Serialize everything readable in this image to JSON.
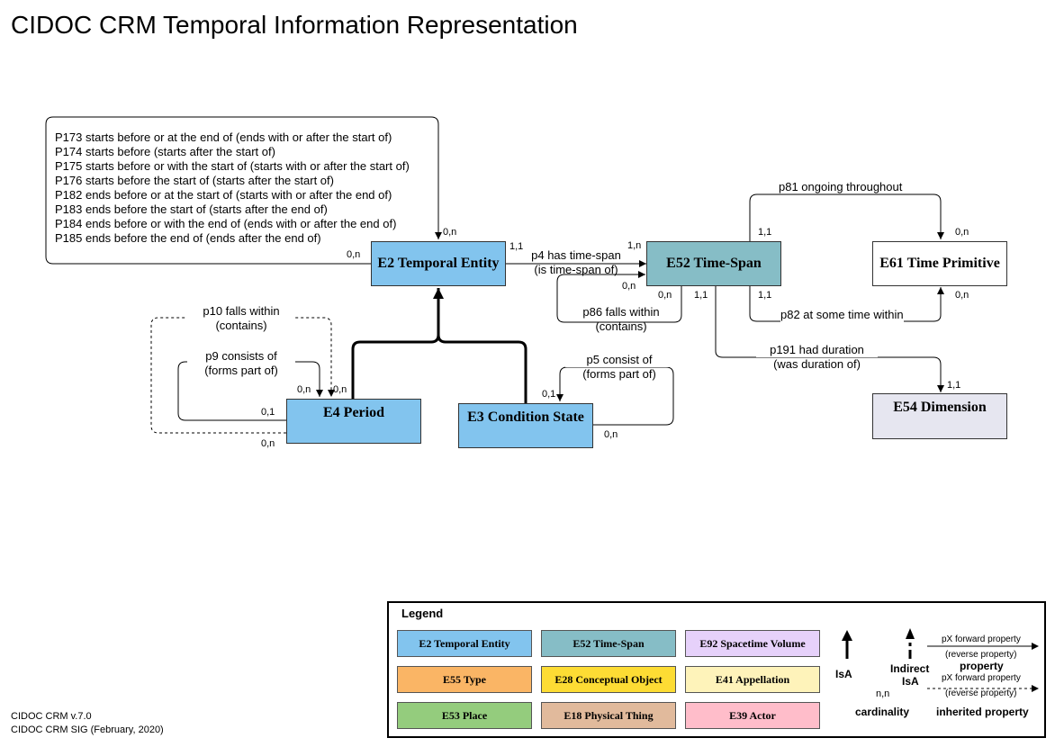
{
  "title": "CIDOC CRM Temporal Information Representation",
  "entities": {
    "e2": "E2 Temporal Entity",
    "e52": "E52 Time-Span",
    "e61": "E61 Time Primitive",
    "e4": "E4 Period",
    "e3": "E3 Condition State",
    "e54": "E54 Dimension"
  },
  "colors": {
    "temporal_entity": "#82C4EE",
    "time_span": "#86BDC6",
    "time_primitive": "#FFFFFF",
    "dimension": "#E6E6F0"
  },
  "temporal_properties": [
    "P173 starts before or at the end of (ends with or after the start of)",
    "P174 starts before (starts after the start of)",
    "P175 starts before or with the start of (starts with or after the start of)",
    "P176 starts before the start of (starts after the start of)",
    "P182 ends before or at the start of (starts with or after the end of)",
    "P183 ends before the start of (starts after the end of)",
    "P184 ends before or with the end of (ends with or after the end of)",
    "P185 ends before the end of (ends after the end of)"
  ],
  "properties": {
    "p4_forward": "p4 has time-span",
    "p4_reverse": "(is time-span of)",
    "p81": "p81 ongoing throughout",
    "p82": "p82 at some time within",
    "p86_forward": "p86 falls within",
    "p86_reverse": "(contains)",
    "p191_forward": "p191 had duration",
    "p191_reverse": "(was duration of)",
    "p10_forward": "p10 falls within",
    "p10_reverse": "(contains)",
    "p9_forward": "p9 consists of",
    "p9_reverse": "(forms part of)",
    "p5_forward": "p5 consist of",
    "p5_reverse": "(forms part of)"
  },
  "cardinalities": {
    "loop_in_e2": "0,n",
    "loop_out_e2": "0,n",
    "p4_source": "1,1",
    "p4_target": "1,n",
    "p86_target": "0,n",
    "p86_source": "0,n",
    "p81_source": "1,1",
    "p81_target": "0,n",
    "p82_source": "1,1",
    "p82_target": "0,n",
    "p191_source": "1,1",
    "p191_target": "1,1",
    "p9_target": "0,n",
    "p10_target": "0,n",
    "p9_source": "0,1",
    "p10_source": "0,n",
    "p5_target": "0,1",
    "p5_source": "0,n"
  },
  "footer": {
    "version": "CIDOC CRM v.7.0",
    "sig": "CIDOC CRM SIG (February, 2020)"
  },
  "legend": {
    "title": "Legend",
    "classes": [
      {
        "label": "E2 Temporal Entity",
        "color": "#82C4EE"
      },
      {
        "label": "E52 Time-Span",
        "color": "#86BDC6"
      },
      {
        "label": "E92 Spacetime Volume",
        "color": "#E6D1FA"
      },
      {
        "label": "E55 Type",
        "color": "#FAB565"
      },
      {
        "label": "E28 Conceptual Object",
        "color": "#FDDC34"
      },
      {
        "label": "E41 Appellation",
        "color": "#FEF3BA"
      },
      {
        "label": "E53 Place",
        "color": "#94CC7D"
      },
      {
        "label": "E18 Physical Thing",
        "color": "#E1BA9C"
      },
      {
        "label": "E39 Actor",
        "color": "#FFBDCA"
      }
    ],
    "isa": "IsA",
    "indirect_isa_1": "Indirect",
    "indirect_isa_2": "IsA",
    "cardinality_sample": "n,n",
    "cardinality": "cardinality",
    "forward_property": "pX forward property",
    "reverse_property": "(reverse property)",
    "property": "property",
    "inherited_forward": "pX forward property",
    "inherited_reverse": "(reverse property)",
    "inherited_property": "inherited property"
  }
}
